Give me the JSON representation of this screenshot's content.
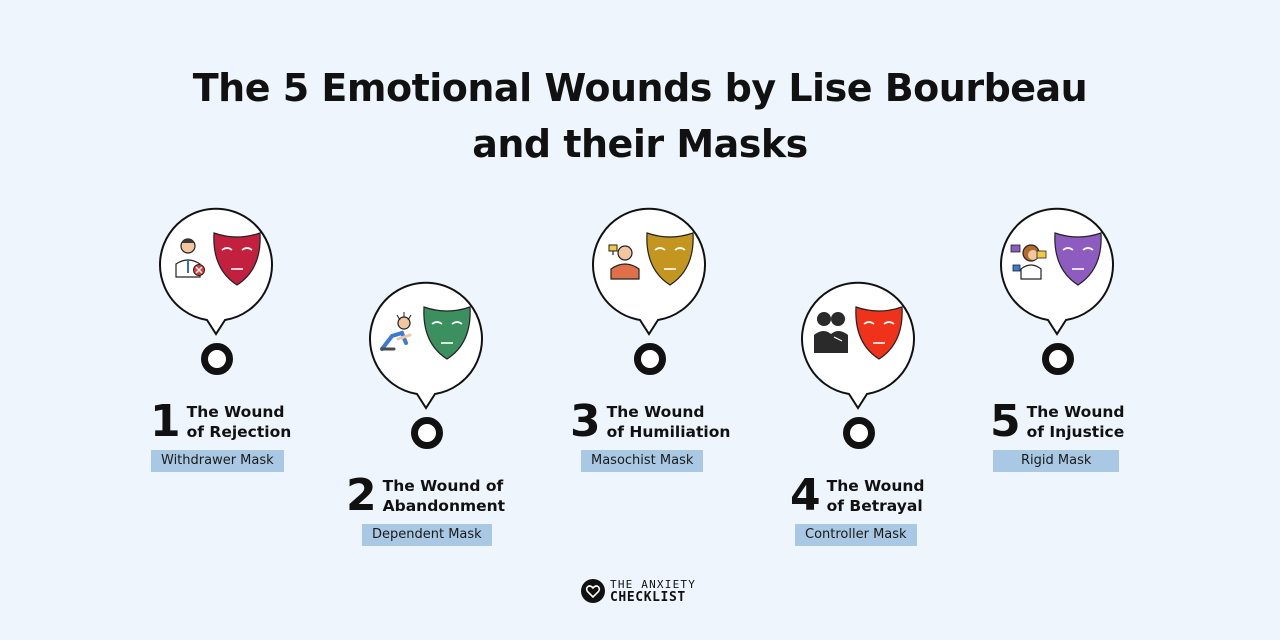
{
  "title": {
    "line1": "The 5 Emotional Wounds by Lise Bourbeau",
    "line2": "and their Masks"
  },
  "wounds": [
    {
      "number": "1",
      "line1": "The Wound",
      "line2": "of Rejection",
      "mask": "Withdrawer Mask",
      "mask_color": "#c31f3f",
      "icon": "rejected-person-icon"
    },
    {
      "number": "2",
      "line1": "The Wound of",
      "line2": "Abandonment",
      "mask": "Dependent Mask",
      "mask_color": "#3c8f5e",
      "icon": "crawling-person-icon"
    },
    {
      "number": "3",
      "line1": "The Wound",
      "line2": "of Humiliation",
      "mask": "Masochist Mask",
      "mask_color": "#c49620",
      "icon": "humiliated-person-icon"
    },
    {
      "number": "4",
      "line1": "The Wound",
      "line2": "of Betrayal",
      "mask": "Controller Mask",
      "mask_color": "#f0321a",
      "icon": "hugging-people-icon"
    },
    {
      "number": "5",
      "line1": "The Wound",
      "line2": "of Injustice",
      "mask": "Rigid Mask",
      "mask_color": "#8e5cc0",
      "icon": "arguing-person-icon"
    }
  ],
  "brand": {
    "line1": "THE ANXIETY",
    "line2": "CHECKLIST",
    "icon": "heart-icon"
  }
}
